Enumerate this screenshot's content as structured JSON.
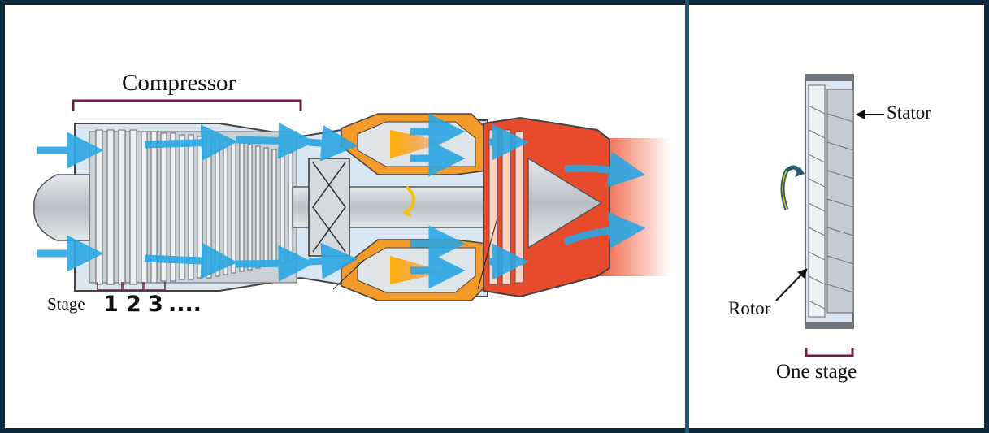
{
  "left_panel": {
    "title": "Compressor",
    "stage_label": "Stage",
    "stage_numbers": [
      "1",
      "2",
      "3",
      "...."
    ]
  },
  "right_panel": {
    "stator_label": "Stator",
    "rotor_label": "Rotor",
    "one_stage_label": "One stage"
  },
  "colors": {
    "background_border": "#0d2a3d",
    "divider": "#1d5a7a",
    "bracket": "#6b1f45",
    "airflow_blue": "#29a3e0",
    "combustion_orange": "#f08a1c",
    "turbine_red": "#e84a2c",
    "casing_gray": "#9aa2a8",
    "rotor_ccw_arrow": "#1f5a6a"
  },
  "icons": [
    "airflow-arrow-icon",
    "rotation-arrow-icon",
    "pointer-arrow-icon"
  ]
}
